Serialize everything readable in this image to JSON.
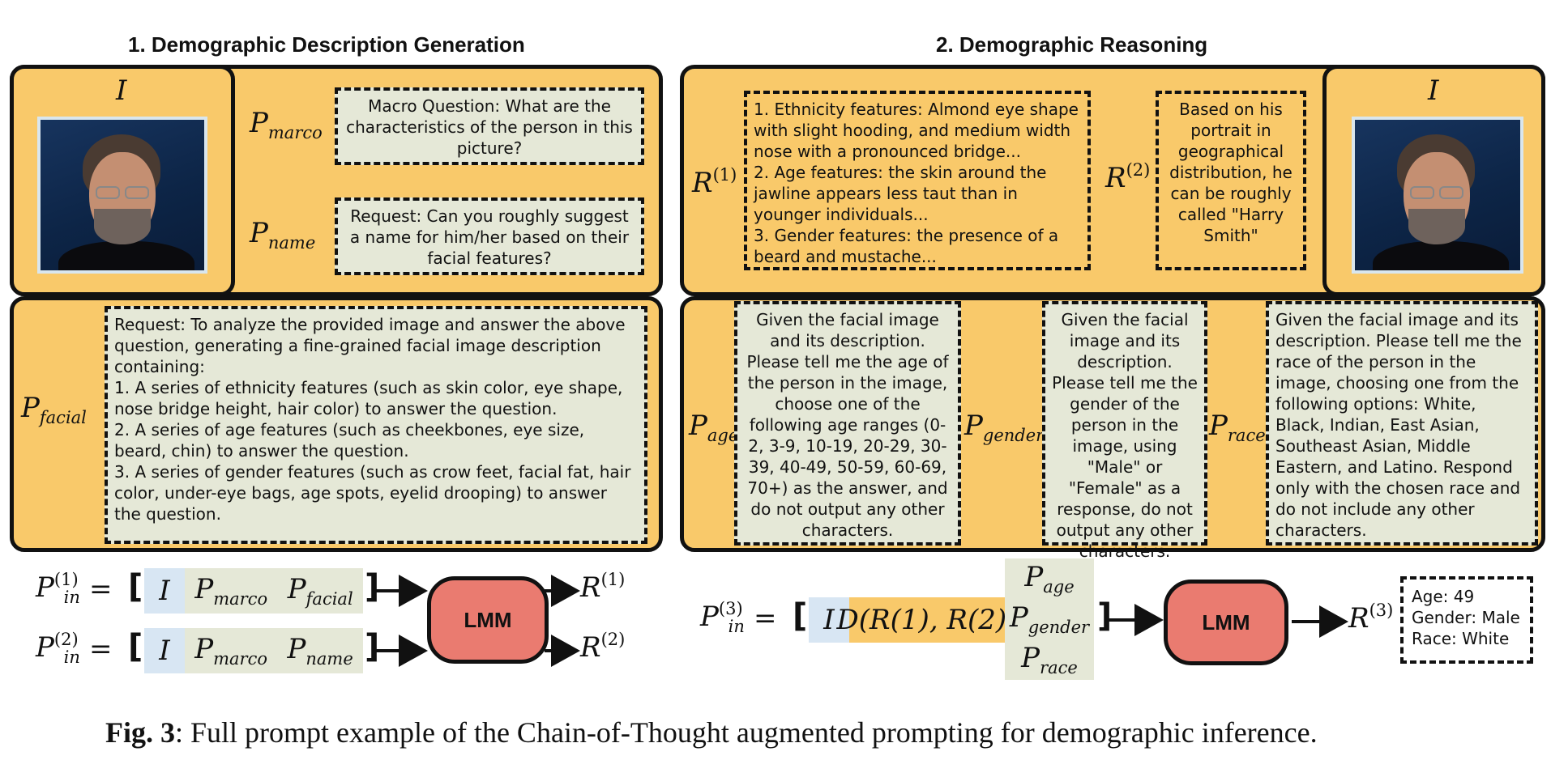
{
  "section1": {
    "title": "1. Demographic Description Generation",
    "image_symbol": "I",
    "p_marco": {
      "base": "P",
      "sub": "marco"
    },
    "p_name": {
      "base": "P",
      "sub": "name"
    },
    "p_facial": {
      "base": "P",
      "sub": "facial"
    },
    "marco_text": "Macro Question: What are the characteristics of the person in this picture?",
    "name_text": "Request: Can you roughly suggest a name for him/her based on their facial features?",
    "facial_text": "Request: To analyze the provided image and answer the above question, generating a fine-grained facial image description containing:\n1. A series of ethnicity features (such as skin color, eye shape, nose bridge height, hair color) to answer the question.\n2. A series of age features (such as cheekbones, eye size, beard, chin) to answer the question.\n3. A series of gender features (such as crow feet, facial fat, hair color, under-eye bags, age spots, eyelid drooping) to answer the question."
  },
  "section2": {
    "title": "2. Demographic Reasoning",
    "image_symbol": "I",
    "r1": {
      "base": "R",
      "sup": "(1)"
    },
    "r2": {
      "base": "R",
      "sup": "(2)"
    },
    "r1_text": "1. Ethnicity features: Almond eye shape with slight hooding, and medium width nose with a pronounced bridge...\n2. Age features: the skin around the jawline appears less taut than in younger individuals...\n3. Gender features: the presence of a beard and mustache...",
    "r2_text": "Based on his portrait in geographical distribution, he can be roughly called \"Harry Smith\"",
    "p_age": {
      "base": "P",
      "sub": "age"
    },
    "p_gender": {
      "base": "P",
      "sub": "gender"
    },
    "p_race": {
      "base": "P",
      "sub": "race"
    },
    "age_text": "Given the facial image and its description. Please tell me the age of the person in the image, choose one of the following age ranges (0-2, 3-9, 10-19, 20-29, 30-39, 40-49, 50-59, 60-69, 70+) as the answer, and do not output any other characters.",
    "gender_text": "Given the facial image and its description. Please tell me the gender of the person in the image, using \"Male\" or \"Female\" as a response, do not output any other characters.",
    "race_text": "Given the facial image and its description. Please tell me the race of the person in the image, choosing one from the following options: White, Black, Indian, East Asian, Southeast Asian, Middle Eastern, and Latino. Respond only with the chosen race and do not include any other characters."
  },
  "flow": {
    "pin1": {
      "base": "P",
      "sub": "in",
      "sup": "(1)"
    },
    "pin2": {
      "base": "P",
      "sub": "in",
      "sup": "(2)"
    },
    "pin3": {
      "base": "P",
      "sub": "in",
      "sup": "(3)"
    },
    "equals": "=",
    "open_bracket": "[",
    "close_bracket": "]",
    "seg_i": "I",
    "d_term": "D(R(1), R(2))",
    "lmm_label": "LMM",
    "out_r1": {
      "base": "R",
      "sup": "(1)"
    },
    "out_r2": {
      "base": "R",
      "sup": "(2)"
    },
    "out_r3": {
      "base": "R",
      "sup": "(3)"
    },
    "result_lines": [
      "Age: 49",
      "Gender: Male",
      "Race: White"
    ]
  },
  "caption": {
    "label": "Fig. 3",
    "text": ": Full prompt example of the Chain-of-Thought augmented prompting for demographic inference."
  },
  "colors": {
    "panel": "#f9c96a",
    "prompt_box": "#e5e8d7",
    "image_token": "#d8e6f3",
    "lmm": "#ea7b70"
  }
}
